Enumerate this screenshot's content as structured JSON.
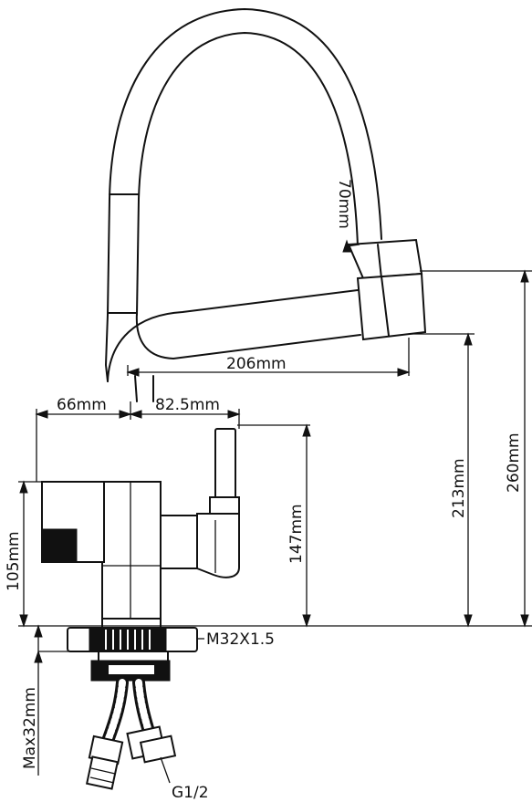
{
  "dimensions": {
    "d_206": "206mm",
    "d_66": "66mm",
    "d_82_5": "82.5mm",
    "d_260": "260mm",
    "d_213": "213mm",
    "d_147": "147mm",
    "d_105": "105mm",
    "d_70": "70mm",
    "d_max32": "Max32mm",
    "thread": "M32X1.5",
    "inlet": "G1/2"
  }
}
